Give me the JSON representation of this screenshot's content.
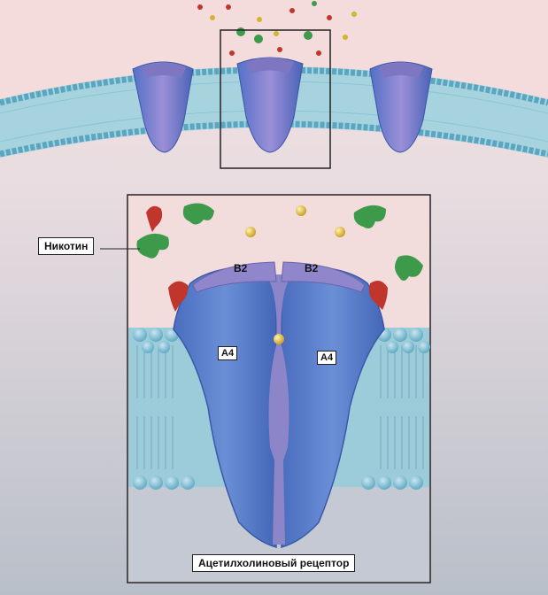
{
  "labels": {
    "nicotine": "Никотин",
    "subunit_b2_left": "B2",
    "subunit_b2_right": "B2",
    "subunit_a4_left": "A4",
    "subunit_a4_right": "A4",
    "caption": "Ацетилхолиновый рецептор"
  },
  "colors": {
    "outer_bg": "#f7dede",
    "extracellular": "#f4d8d6",
    "cytoplasm": "#cfd3da",
    "membrane": "#6cb3c9",
    "receptor_body": "#5b7fc7",
    "receptor_inner": "#8e86c7",
    "nicotine_green": "#3c9a4a",
    "acetylcholine_red": "#c0362c",
    "ion_yellow": "#d6b22e"
  }
}
